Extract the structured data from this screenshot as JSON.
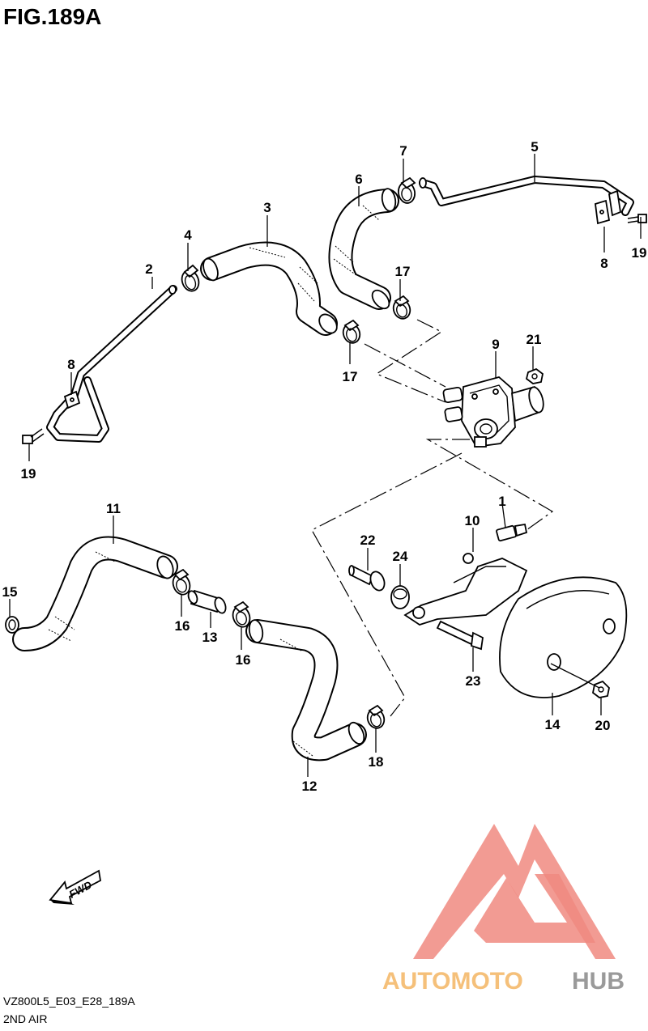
{
  "figure": {
    "title": "FIG.189A",
    "model_code": "VZ800L5_E03_E28_189A",
    "section_name": "2ND AIR",
    "fwd_label": "FWD"
  },
  "watermark": {
    "text_part1": "AUTOMOTO",
    "text_part2": "HUB",
    "color_primary": "#f08a80",
    "color_text1": "#f5c07a",
    "color_text2": "#9a9a9a"
  },
  "callouts": {
    "c1": "1",
    "c2": "2",
    "c3": "3",
    "c4": "4",
    "c5": "5",
    "c6": "6",
    "c7": "7",
    "c8a": "8",
    "c8b": "8",
    "c9": "9",
    "c10": "10",
    "c11": "11",
    "c12": "12",
    "c13": "13",
    "c14": "14",
    "c15": "15",
    "c16a": "16",
    "c16b": "16",
    "c17a": "17",
    "c17b": "17",
    "c18": "18",
    "c19a": "19",
    "c19b": "19",
    "c20": "20",
    "c21": "21",
    "c22": "22",
    "c23": "23",
    "c24": "24"
  }
}
